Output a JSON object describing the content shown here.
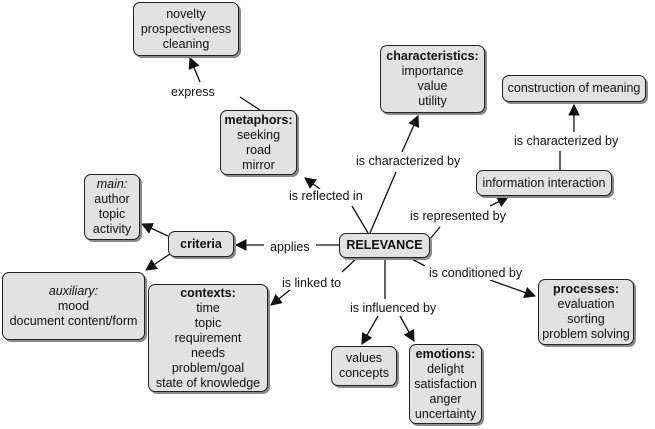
{
  "nodes": {
    "relevance": {
      "head": "RELEVANCE"
    },
    "express_box": {
      "lines": [
        "novelty",
        "prospectiveness",
        "cleaning"
      ]
    },
    "characteristics": {
      "head": "characteristics:",
      "lines": [
        "importance",
        "value",
        "utility"
      ]
    },
    "construction": {
      "lines": [
        "construction of meaning"
      ]
    },
    "metaphors": {
      "head": "metaphors:",
      "lines": [
        "seeking",
        "road",
        "mirror"
      ]
    },
    "info_interaction": {
      "lines": [
        "information interaction"
      ]
    },
    "main": {
      "ihead": "main:",
      "lines": [
        "author",
        "topic",
        "activity"
      ]
    },
    "criteria": {
      "head": "criteria"
    },
    "auxiliary": {
      "ihead": "auxiliary:",
      "lines": [
        "mood",
        "document content/form"
      ]
    },
    "contexts": {
      "head": "contexts:",
      "lines": [
        "time",
        "topic",
        "requirement",
        "needs",
        "problem/goal",
        "state of knowledge"
      ]
    },
    "values": {
      "lines": [
        "values",
        "concepts"
      ]
    },
    "emotions": {
      "head": "emotions:",
      "lines": [
        "delight",
        "satisfaction",
        "anger",
        "uncertainty"
      ]
    },
    "processes": {
      "head": "processes:",
      "lines": [
        "evaluation",
        "sorting",
        "problem solving"
      ]
    }
  },
  "links": {
    "express": "express",
    "characterized_by_1": "is characterized by",
    "characterized_by_2": "is characterized by",
    "reflected_in": "is reflected in",
    "represented_by": "is represented by",
    "applies": "applies",
    "linked_to": "is linked to",
    "conditioned_by": "is conditioned by",
    "influenced_by": "is influenced by"
  }
}
